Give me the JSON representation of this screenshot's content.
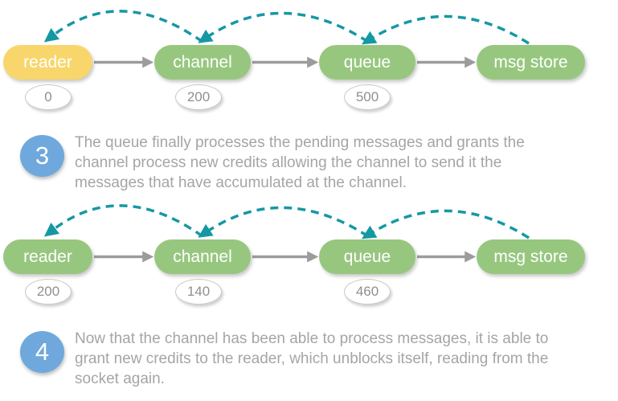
{
  "colors": {
    "node_green": "#97C77F",
    "node_yellow": "#F8D66C",
    "credit_arc_teal": "#1598A4",
    "flow_arrow_gray": "#9c9c9c",
    "step_badge_blue": "#6FA8DC",
    "body_text_gray": "#a5a5a7",
    "credit_text_gray": "#8e9090"
  },
  "diagrams": [
    {
      "nodes": [
        {
          "label": "reader",
          "fill": "#F8D66C",
          "credit": "0"
        },
        {
          "label": "channel",
          "fill": "#97C77F",
          "credit": "200"
        },
        {
          "label": "queue",
          "fill": "#97C77F",
          "credit": "500"
        },
        {
          "label": "msg store",
          "fill": "#97C77F",
          "credit": ""
        }
      ]
    },
    {
      "nodes": [
        {
          "label": "reader",
          "fill": "#97C77F",
          "credit": "200"
        },
        {
          "label": "channel",
          "fill": "#97C77F",
          "credit": "140"
        },
        {
          "label": "queue",
          "fill": "#97C77F",
          "credit": "460"
        },
        {
          "label": "msg store",
          "fill": "#97C77F",
          "credit": ""
        }
      ]
    }
  ],
  "steps": [
    {
      "number": "3",
      "lines": [
        "The queue finally processes the pending messages and grants the",
        "channel process new credits allowing the channel to send it the",
        "messages that have accumulated at the channel."
      ]
    },
    {
      "number": "4",
      "lines": [
        "Now that the channel has been able to process messages, it is able to",
        "grant new credits to the reader, which unblocks itself, reading from the",
        "socket again."
      ]
    }
  ]
}
